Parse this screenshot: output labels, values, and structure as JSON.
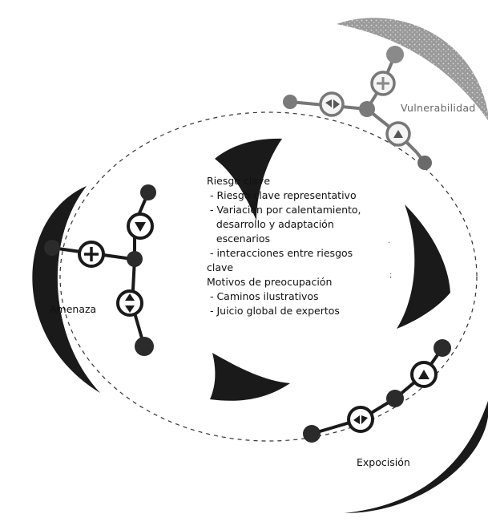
{
  "center_text": {
    "lines": [
      "Riesgo clave",
      " - Riesgo clave representativo",
      " - Variación por calentamiento,",
      "   desarrollo y adaptación",
      "   escenarios",
      " - interacciones entre riesgos",
      "clave",
      "Motivos de preocupación",
      " - Caminos ilustrativos",
      " - Juicio global de expertos"
    ]
  },
  "labels": {
    "amenaza": "Amenaza",
    "vulnerabilidad": "Vulnerabilidad",
    "exposicion": "Expocisión"
  },
  "colors": {
    "node": "#2b2b2b",
    "node_grey": "#7a7a7a",
    "stroke": "#1a1a1a",
    "crescent": "#1a1a1a",
    "dashed_circle": "#333333"
  },
  "icons": [
    "plus-icon",
    "down-triangle-icon",
    "up-down-triangle-icon",
    "left-right-triangle-icon",
    "up-triangle-icon"
  ]
}
